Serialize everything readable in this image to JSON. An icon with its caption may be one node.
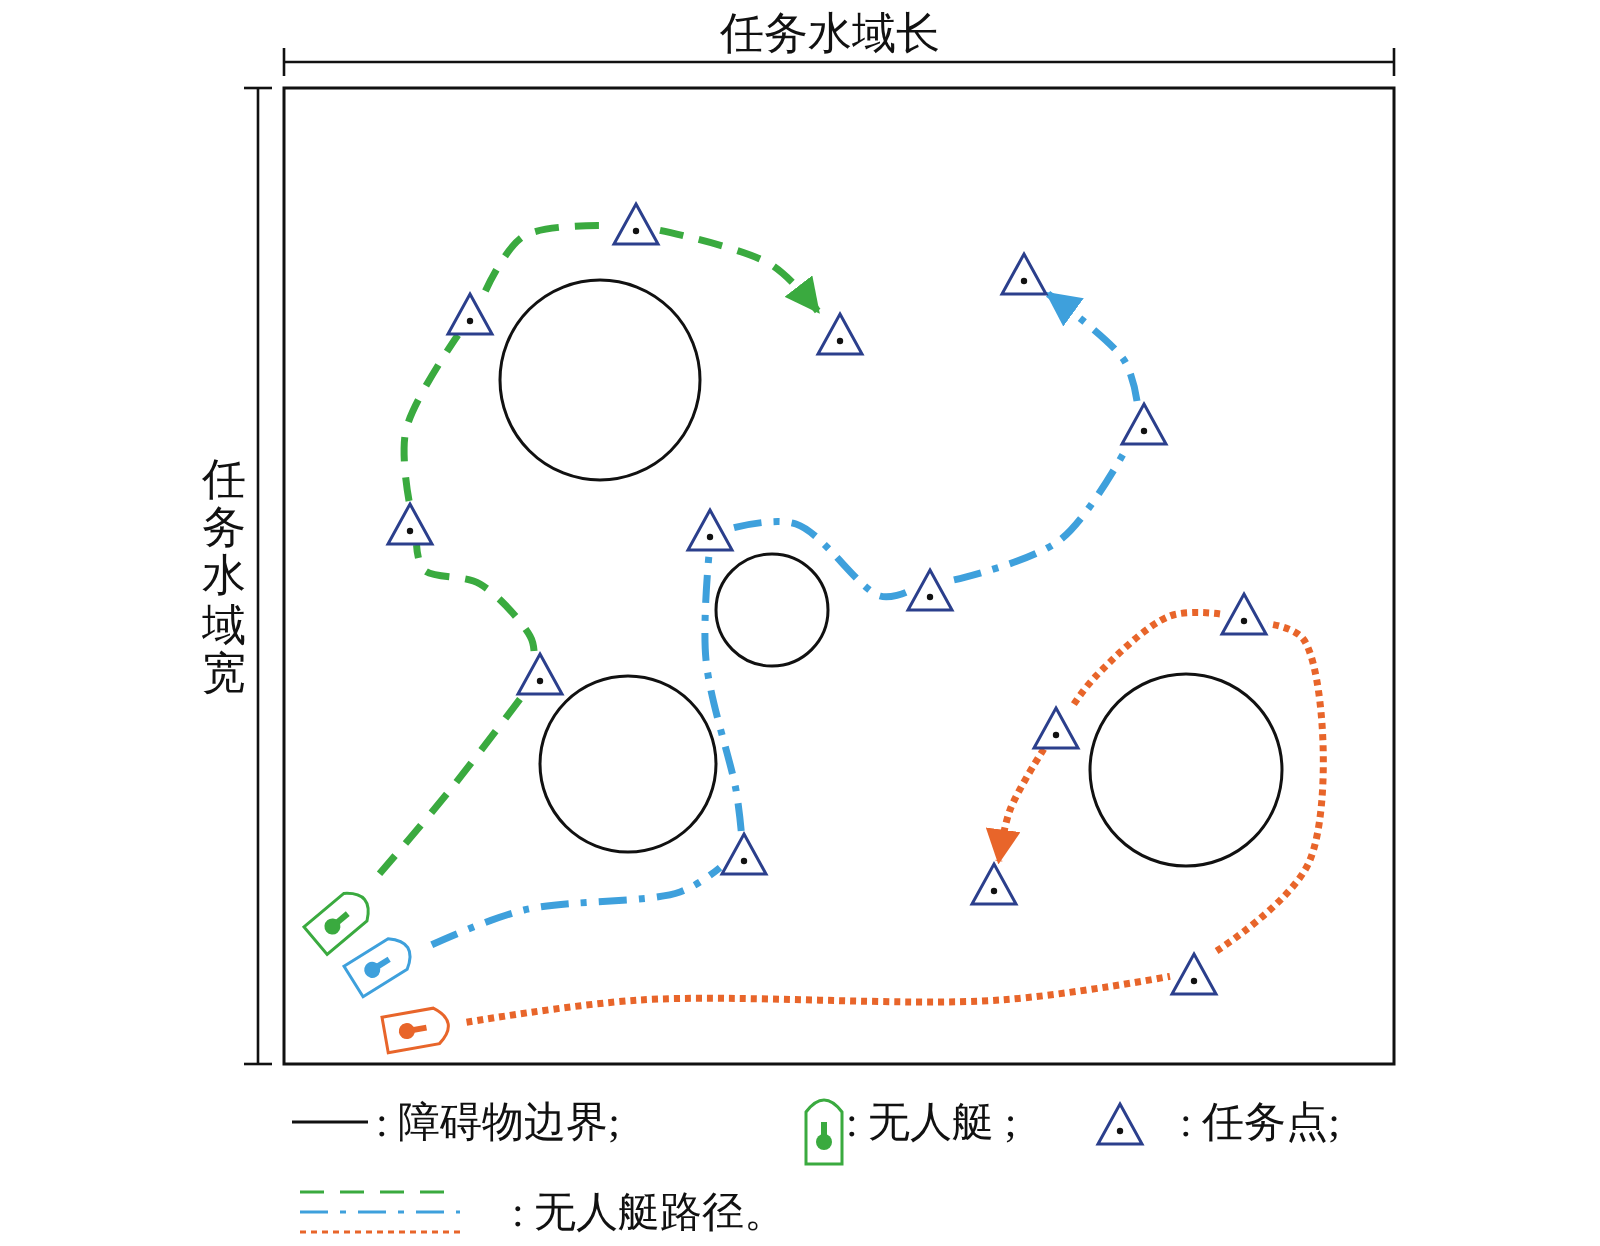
{
  "diagram": {
    "nodes": [
      {
        "text": [],
        "shape": "triangle"
      },
      {
        "text": [],
        "shape": "triangle"
      },
      {
        "text": [],
        "shape": "triangle"
      },
      {
        "text": [],
        "shape": "triangle"
      },
      {
        "text": [],
        "shape": "triangle"
      },
      {
        "text": [],
        "shape": "triangle"
      },
      {
        "text": [],
        "shape": "triangle"
      },
      {
        "text": [],
        "shape": "triangle"
      },
      {
        "text": [],
        "shape": "triangle"
      },
      {
        "text": [],
        "shape": "triangle"
      },
      {
        "text": [],
        "shape": "triangle"
      },
      {
        "text": [],
        "shape": "triangle"
      },
      {
        "text": [],
        "shape": "triangle"
      },
      {
        "text": [],
        "shape": "triangle"
      },
      {
        "text": [],
        "shape": "boat"
      },
      {
        "text": [],
        "shape": "boat"
      },
      {
        "text": [],
        "shape": "boat"
      },
      {
        "text": [],
        "shape": "circle"
      },
      {
        "text": [],
        "shape": "circle"
      },
      {
        "text": [],
        "shape": "circle"
      },
      {
        "text": [],
        "shape": "circle"
      }
    ],
    "edges": [
      {
        "from": 14,
        "to": 3,
        "arrow": "none",
        "style": "dashed",
        "color": "#3aaa3f"
      },
      {
        "from": 3,
        "to": 2,
        "arrow": "none",
        "style": "dashed",
        "color": "#3aaa3f"
      },
      {
        "from": 2,
        "to": 1,
        "arrow": "none",
        "style": "dashed",
        "color": "#3aaa3f"
      },
      {
        "from": 1,
        "to": 0,
        "arrow": "none",
        "style": "dashed",
        "color": "#3aaa3f"
      },
      {
        "from": 0,
        "to": 4,
        "arrow": "to",
        "style": "dashed",
        "color": "#3aaa3f"
      },
      {
        "from": 15,
        "to": 9,
        "arrow": "none",
        "style": "dashed",
        "color": "#3ea0dc"
      },
      {
        "from": 9,
        "to": 7,
        "arrow": "none",
        "style": "dashed",
        "color": "#3ea0dc"
      },
      {
        "from": 7,
        "to": 8,
        "arrow": "none",
        "style": "dashed",
        "color": "#3ea0dc"
      },
      {
        "from": 8,
        "to": 6,
        "arrow": "none",
        "style": "dashed",
        "color": "#3ea0dc"
      },
      {
        "from": 6,
        "to": 5,
        "arrow": "to",
        "style": "dashed",
        "color": "#3ea0dc"
      },
      {
        "from": 16,
        "to": 13,
        "arrow": "none",
        "style": "dashed",
        "color": "#e8652a"
      },
      {
        "from": 13,
        "to": 10,
        "arrow": "none",
        "style": "dashed",
        "color": "#e8652a"
      },
      {
        "from": 10,
        "to": 11,
        "arrow": "none",
        "style": "dashed",
        "color": "#e8652a"
      },
      {
        "from": 11,
        "to": 12,
        "arrow": "to",
        "style": "dashed",
        "color": "#e8652a"
      }
    ],
    "labels": [
      "任务水域长",
      "任务水域宽"
    ],
    "legend": [
      {
        "text": ": 障碍物边界;"
      },
      {
        "text": ": 无人艇 ;"
      },
      {
        "text": ": 任务点;"
      },
      {
        "text": ": 无人艇路径。"
      }
    ]
  }
}
